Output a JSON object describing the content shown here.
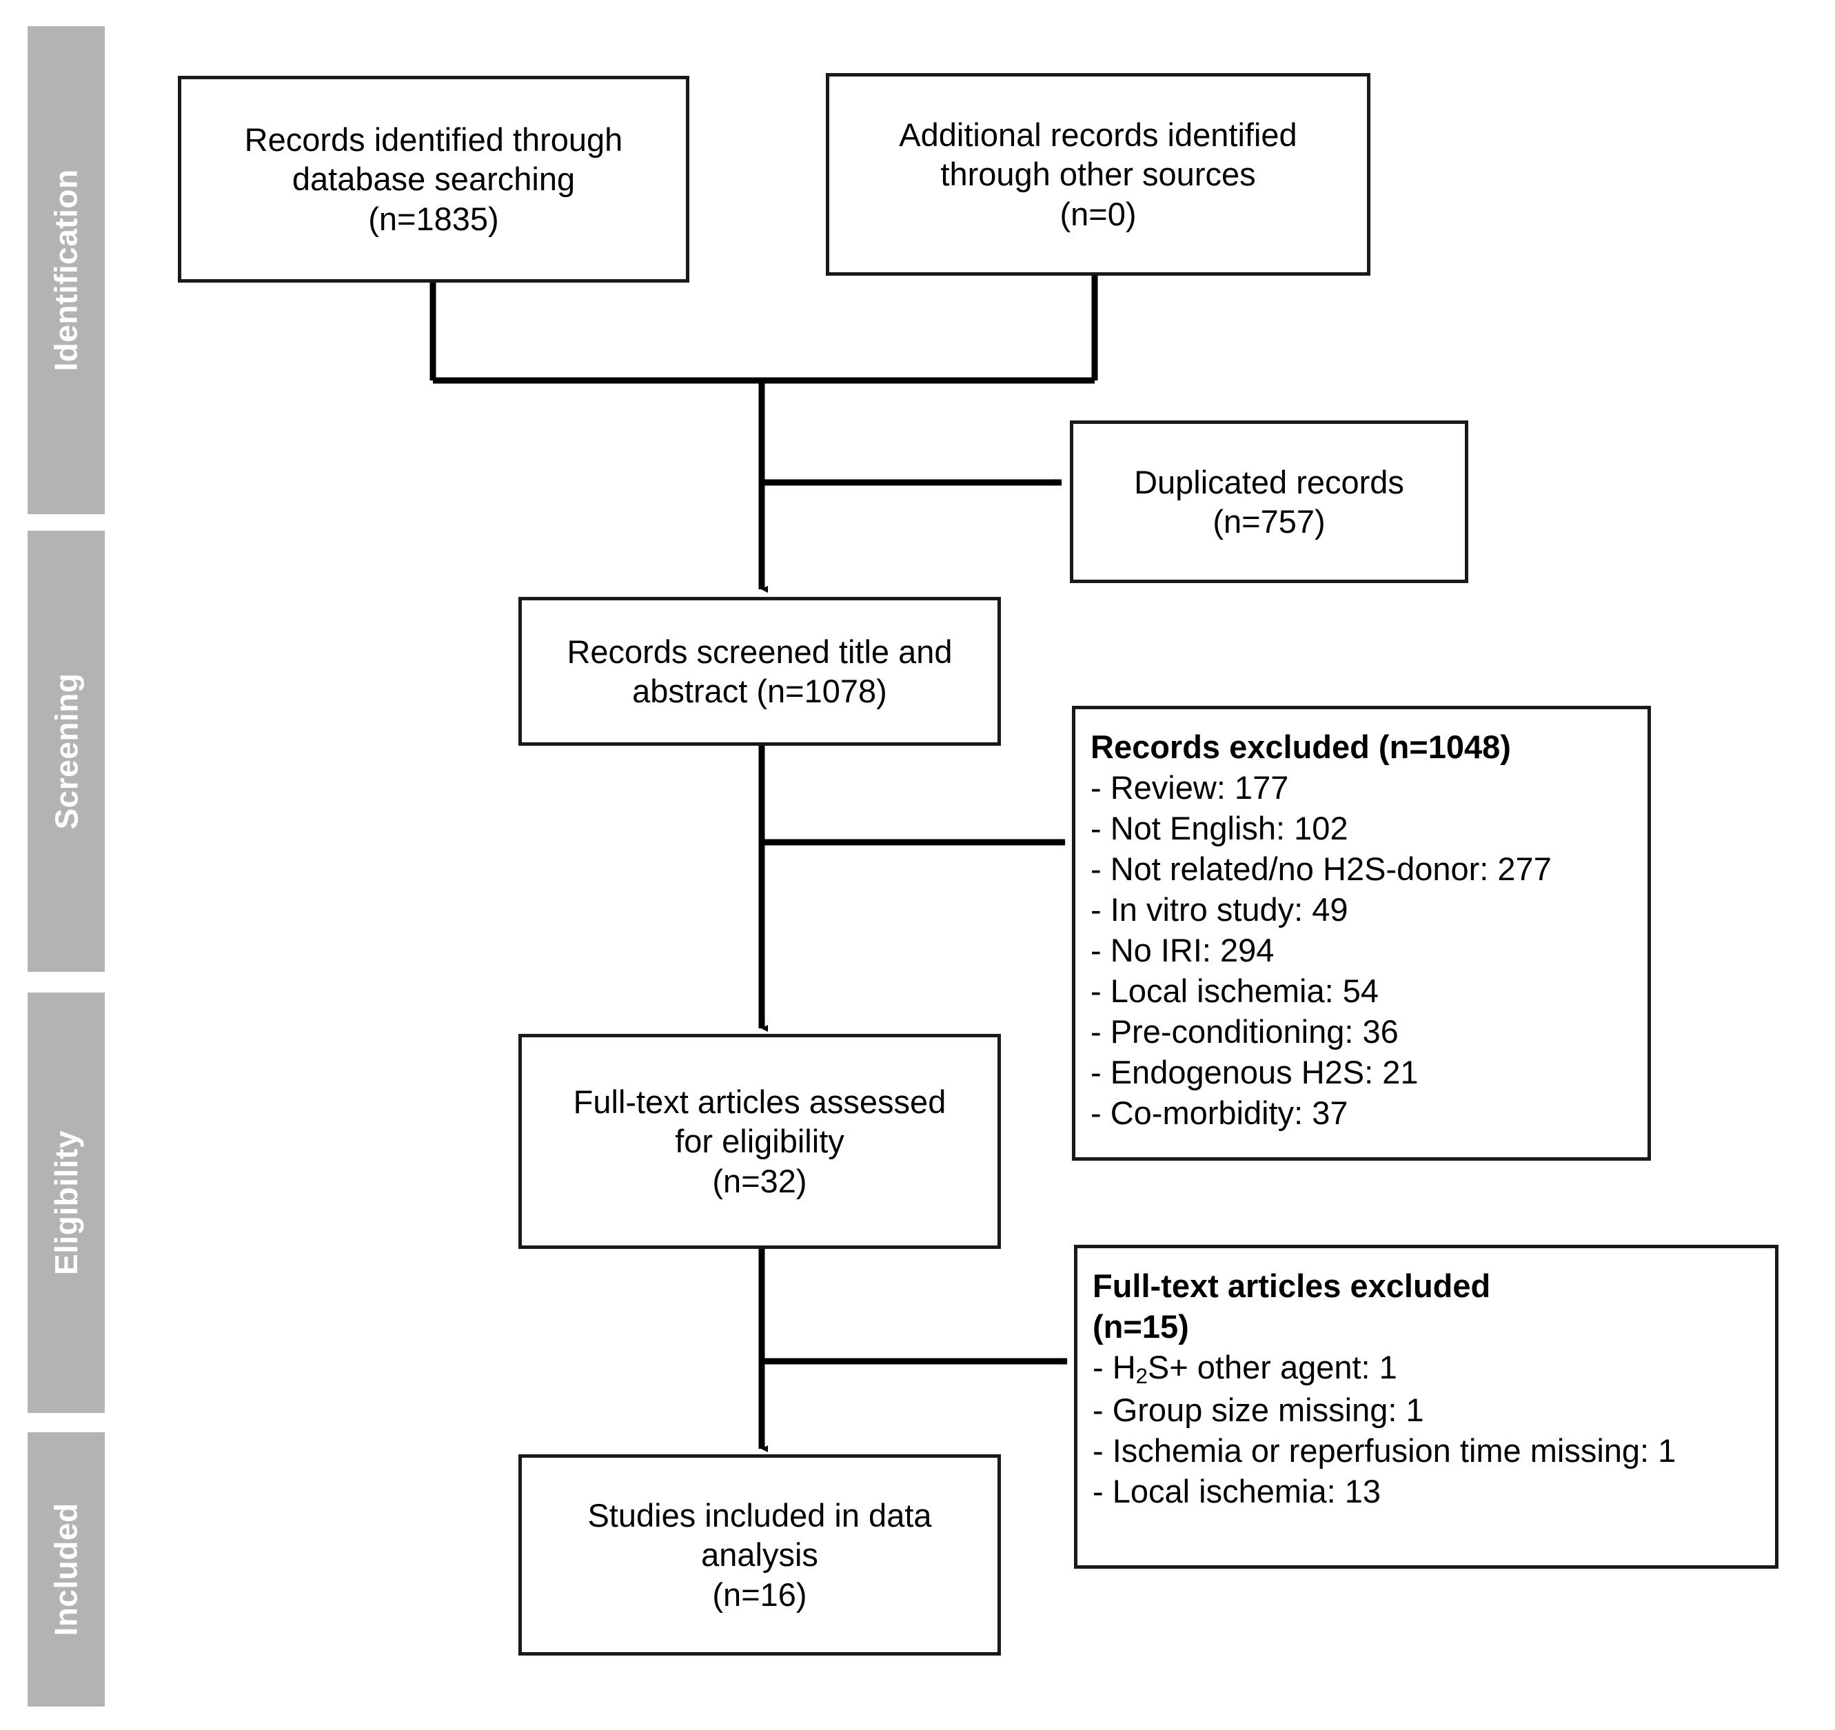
{
  "diagram": {
    "type": "prisma-flow-diagram",
    "phases": [
      {
        "id": "identification",
        "label": "Identification"
      },
      {
        "id": "screening",
        "label": "Screening"
      },
      {
        "id": "eligibility",
        "label": "Eligibility"
      },
      {
        "id": "included",
        "label": "Included"
      }
    ],
    "boxes": {
      "database_search": {
        "text": "Records identified through\ndatabase searching\n(n=1835)",
        "n": 1835
      },
      "other_sources": {
        "text": "Additional records identified\nthrough other sources\n(n=0)",
        "n": 0
      },
      "duplicates": {
        "text": "Duplicated records\n(n=757)",
        "n": 757
      },
      "screened": {
        "text": "Records screened title and\nabstract (n=1078)",
        "n": 1078
      },
      "records_excluded": {
        "title": "Records excluded (n=1048)",
        "n": 1048,
        "items": [
          "- Review: 177",
          "- Not English: 102",
          "- Not related/no H2S-donor: 277",
          "- In vitro study: 49",
          "- No IRI: 294",
          "- Local ischemia: 54",
          "- Pre-conditioning: 36",
          "- Endogenous H2S: 21",
          "- Co-morbidity: 37"
        ]
      },
      "fulltext_assessed": {
        "text": "Full-text articles assessed\nfor eligibility\n(n=32)",
        "n": 32
      },
      "fulltext_excluded": {
        "title": "Full-text articles excluded\n(n=15)",
        "n": 15,
        "items": [
          {
            "prefix": "- H",
            "sub": "2",
            "suffix": "S+ other agent: 1"
          },
          {
            "prefix": "- Group size missing: 1",
            "sub": "",
            "suffix": ""
          },
          {
            "prefix": "- Ischemia or reperfusion time missing: 1",
            "sub": "",
            "suffix": ""
          },
          {
            "prefix": "- Local ischemia: 13",
            "sub": "",
            "suffix": ""
          }
        ]
      },
      "included_studies": {
        "text": "Studies included in data\nanalysis\n(n=16)",
        "n": 16
      }
    },
    "colors": {
      "phase_bar": "#b3b3b3",
      "phase_label": "#ffffff",
      "box_border": "#1a1a1a",
      "box_fill": "#ffffff",
      "connector": "#000000"
    }
  }
}
